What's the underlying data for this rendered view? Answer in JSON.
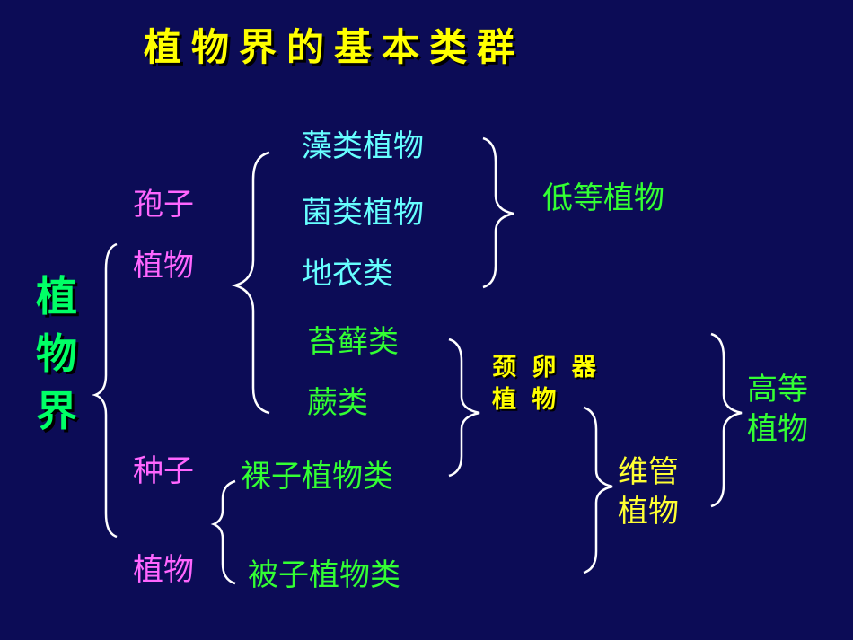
{
  "title": "植物界的基本类群",
  "root": [
    "植",
    "物",
    "界"
  ],
  "spore_plants": [
    "孢子",
    "植物"
  ],
  "seed_plants": [
    "种子",
    "植物"
  ],
  "algae": "藻类植物",
  "fungi": "菌类植物",
  "lichens": "地衣类",
  "mosses": "苔藓类",
  "ferns": "蕨类",
  "gymnosperms": "裸子植物类",
  "angiosperms": "被子植物类",
  "lower_plants": "低等植物",
  "archegoniate": [
    "颈 卵 器",
    "植 物"
  ],
  "vascular": [
    "维管",
    "植物"
  ],
  "higher_plants": [
    "高等",
    "植物"
  ],
  "colors": {
    "background": "#0c0c56",
    "title": "#ffff00",
    "root": "#00ff66",
    "plant_type": "#ff66ff",
    "groups_lower": "#66ffff",
    "groups_higher": "#33ff33",
    "vascular": "#ffff33",
    "brackets": "#ffffff"
  }
}
